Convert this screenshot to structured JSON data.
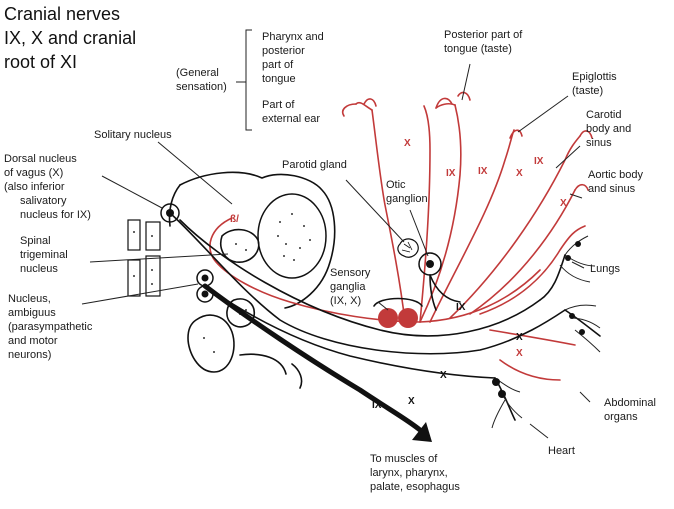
{
  "title": [
    "Cranial nerves",
    "IX, X and cranial",
    "root of XI"
  ],
  "labels": {
    "general_sensation": [
      "(General",
      "sensation)"
    ],
    "pharynx": [
      "Pharynx and",
      "posterior",
      "part of",
      "tongue"
    ],
    "external_ear": [
      "Part of",
      "external ear"
    ],
    "posterior_tongue": [
      "Posterior part of",
      "tongue (taste)"
    ],
    "epiglottis": [
      "Epiglottis",
      "(taste)"
    ],
    "carotid": [
      "Carotid",
      "body and",
      "sinus"
    ],
    "aortic": [
      "Aortic body",
      "and sinus"
    ],
    "lungs": "Lungs",
    "abdominal": [
      "Abdominal",
      "organs"
    ],
    "heart": "Heart",
    "muscles": [
      "To muscles of",
      "larynx, pharynx,",
      "palate, esophagus"
    ],
    "solitary": "Solitary nucleus",
    "dorsal": [
      "Dorsal nucleus",
      "of vagus (X)",
      "(also inferior",
      "salivatory",
      "nucleus for IX)"
    ],
    "spinal": [
      "Spinal",
      "trigeminal",
      "nucleus"
    ],
    "ambiguus": [
      "Nucleus,",
      "ambiguus",
      "(parasympathetic",
      "and motor",
      "neurons)"
    ],
    "parotid": "Parotid gland",
    "otic": [
      "Otic",
      "ganglion"
    ],
    "sensory": [
      "Sensory",
      "ganglia",
      "(IX, X)"
    ]
  },
  "nerve_labels": {
    "x": "X",
    "ix": "IX"
  },
  "colors": {
    "sensory_red": "#c23a3a",
    "motor_black": "#111111"
  }
}
